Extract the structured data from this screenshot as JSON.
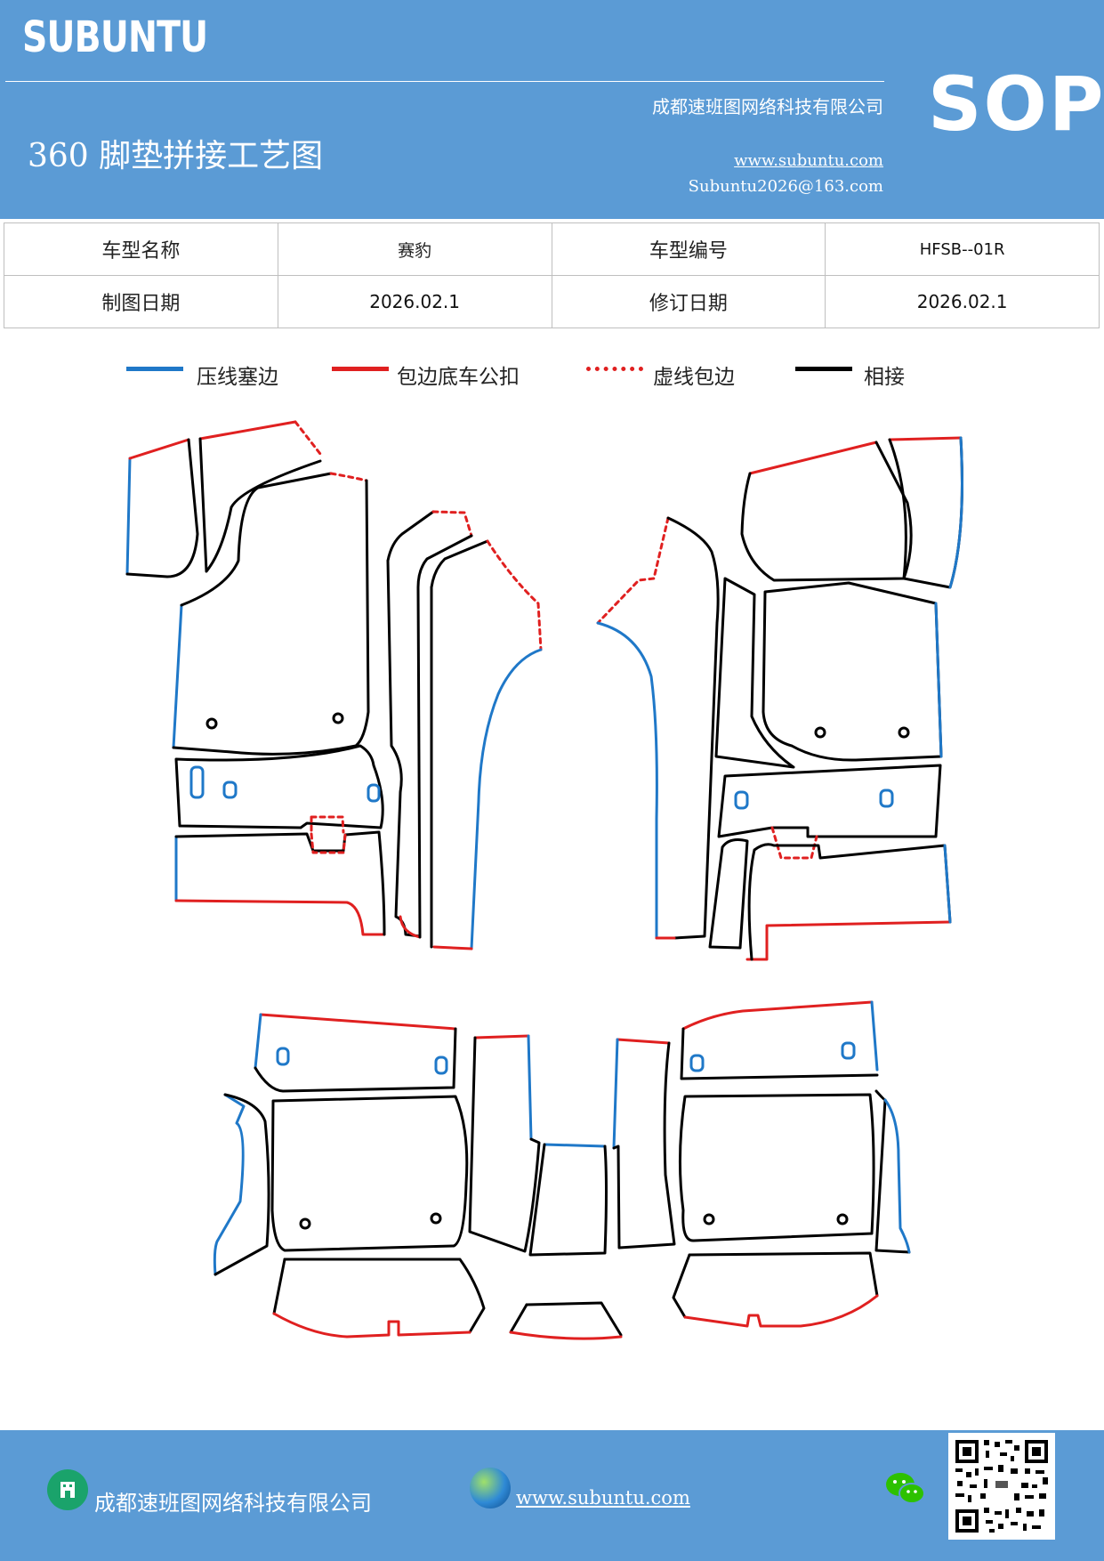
{
  "header": {
    "brand": "SUBUNTU",
    "company": "成都速班图网络科技有限公司",
    "title": "360 脚垫拼接工艺图",
    "website": "www.subuntu.com",
    "email": "Subuntu2026@163.com",
    "sop": "SOP"
  },
  "info": {
    "model_name_label": "车型名称",
    "model_name_value": "赛豹",
    "model_no_label": "车型编号",
    "model_no_value": "HFSB--01R",
    "draw_date_label": "制图日期",
    "draw_date_value": "2026.02.1",
    "revise_date_label": "修订日期",
    "revise_date_value": "2026.02.1"
  },
  "legend": {
    "items": [
      {
        "label": "压线塞边",
        "color": "#1f78c8",
        "style": "solid"
      },
      {
        "label": "包边底车公扣",
        "color": "#e02020",
        "style": "solid"
      },
      {
        "label": "虚线包边",
        "color": "#e02020",
        "style": "dotted"
      },
      {
        "label": "相接",
        "color": "#000000",
        "style": "solid"
      }
    ]
  },
  "footer": {
    "company": "成都速班图网络科技有限公司",
    "website": "www.subuntu.com"
  },
  "icons": [
    "building-icon",
    "globe-icon",
    "wechat-icon",
    "qr-code"
  ]
}
